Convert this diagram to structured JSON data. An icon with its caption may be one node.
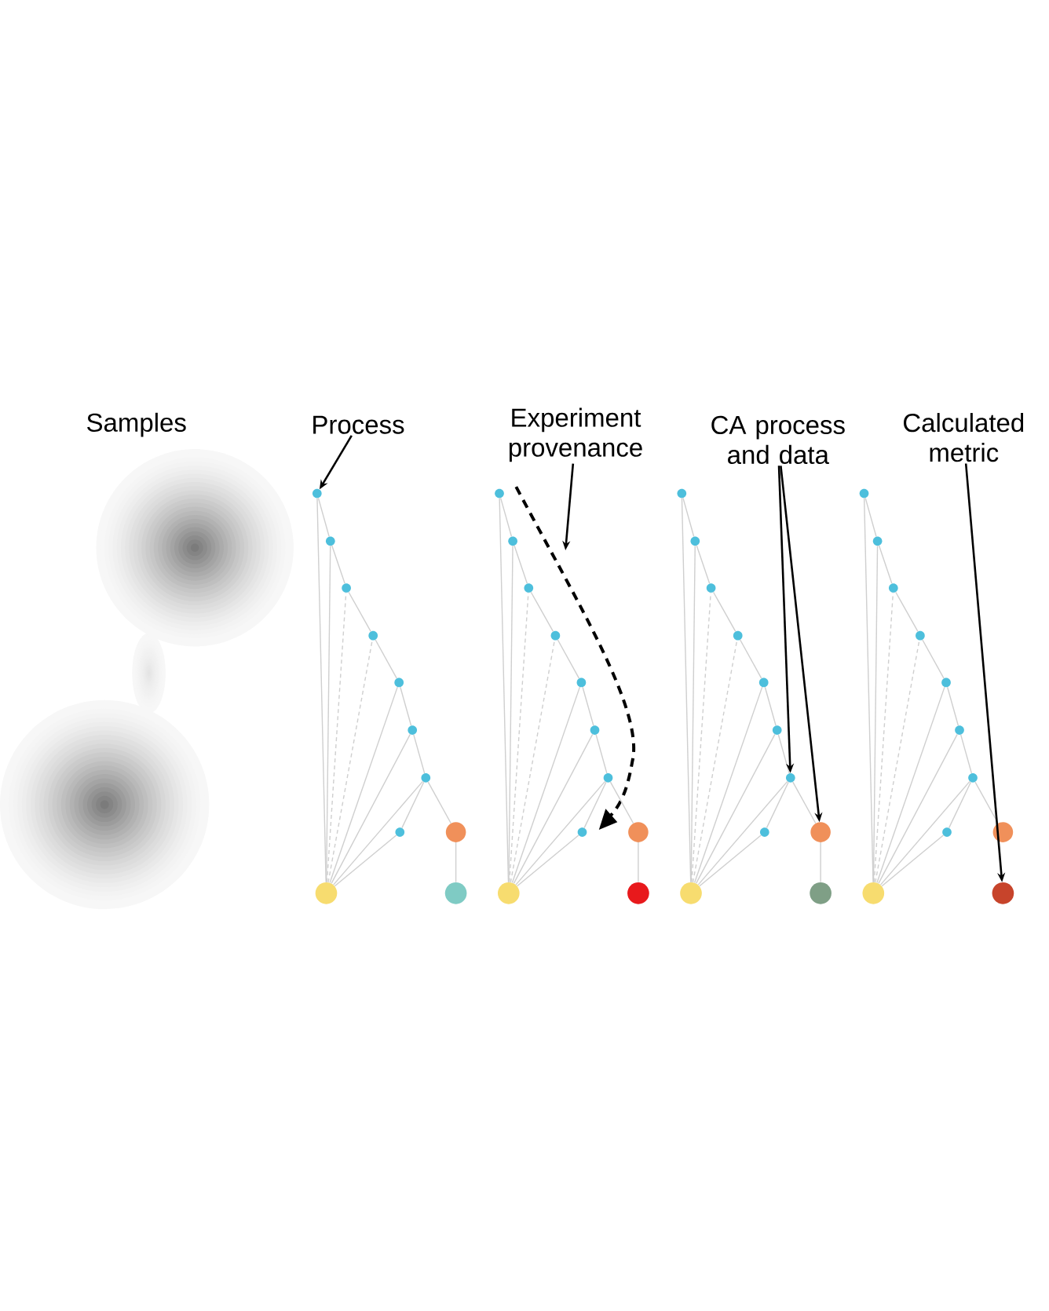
{
  "diagram": {
    "nodes": [
      {
        "text": [
          "Process"
        ]
      },
      {
        "text": [
          "Experiment provenance"
        ]
      },
      {
        "text": [
          "CA process and data"
        ]
      },
      {
        "text": [
          "Calculated metric"
        ]
      },
      {
        "text": [],
        "shape": "circle"
      },
      {
        "text": [],
        "shape": "circle"
      },
      {
        "text": [],
        "shape": "circle"
      },
      {
        "text": [],
        "shape": "circle"
      },
      {
        "text": [],
        "shape": "circle"
      },
      {
        "text": [],
        "shape": "circle"
      },
      {
        "text": [],
        "shape": "circle"
      },
      {
        "text": [],
        "shape": "circle"
      },
      {
        "text": [],
        "shape": "circle"
      },
      {
        "text": [],
        "shape": "circle"
      },
      {
        "text": [],
        "shape": "circle"
      },
      {
        "text": [],
        "shape": "circle"
      },
      {
        "text": [],
        "shape": "circle"
      },
      {
        "text": [],
        "shape": "circle"
      },
      {
        "text": [],
        "shape": "circle"
      },
      {
        "text": [],
        "shape": "circle"
      },
      {
        "text": [],
        "shape": "circle"
      },
      {
        "text": [],
        "shape": "circle"
      },
      {
        "text": [],
        "shape": "circle"
      },
      {
        "text": [],
        "shape": "circle"
      },
      {
        "text": [],
        "shape": "circle"
      },
      {
        "text": [],
        "shape": "circle"
      },
      {
        "text": [],
        "shape": "circle"
      },
      {
        "text": [],
        "shape": "circle"
      },
      {
        "text": [],
        "shape": "circle"
      },
      {
        "text": [],
        "shape": "circle"
      },
      {
        "text": [],
        "shape": "circle"
      },
      {
        "text": [],
        "shape": "circle"
      },
      {
        "text": [],
        "shape": "circle"
      },
      {
        "text": [],
        "shape": "circle"
      },
      {
        "text": [],
        "shape": "circle"
      },
      {
        "text": [],
        "shape": "circle"
      },
      {
        "text": [],
        "shape": "circle"
      },
      {
        "text": [],
        "shape": "circle"
      },
      {
        "text": [],
        "shape": "circle"
      },
      {
        "text": [],
        "shape": "circle"
      },
      {
        "text": [],
        "shape": "circle"
      },
      {
        "text": [],
        "shape": "circle"
      },
      {
        "text": [],
        "shape": "circle"
      },
      {
        "text": [],
        "shape": "circle"
      },
      {
        "text": [],
        "shape": "circle"
      },
      {
        "text": [],
        "shape": "circle"
      },
      {
        "text": [],
        "shape": "circle"
      },
      {
        "text": [],
        "shape": "circle"
      }
    ],
    "edges": [
      {
        "from": 4,
        "to": 5,
        "arrow": "none"
      },
      {
        "from": 5,
        "to": 6,
        "arrow": "none"
      },
      {
        "from": 6,
        "to": 7,
        "arrow": "none"
      },
      {
        "from": 7,
        "to": 8,
        "arrow": "none"
      },
      {
        "from": 8,
        "to": 9,
        "arrow": "none"
      },
      {
        "from": 9,
        "to": 10,
        "arrow": "none"
      },
      {
        "from": 10,
        "to": 11,
        "arrow": "none"
      },
      {
        "from": 10,
        "to": 12,
        "arrow": "none"
      },
      {
        "from": 12,
        "to": 14,
        "arrow": "none"
      },
      {
        "from": 13,
        "to": 4,
        "arrow": "none"
      },
      {
        "from": 13,
        "to": 5,
        "arrow": "none"
      },
      {
        "from": 13,
        "to": 6,
        "arrow": "none",
        "style": "dashed"
      },
      {
        "from": 13,
        "to": 7,
        "arrow": "none",
        "style": "dashed"
      },
      {
        "from": 13,
        "to": 8,
        "arrow": "none"
      },
      {
        "from": 13,
        "to": 9,
        "arrow": "none"
      },
      {
        "from": 13,
        "to": 10,
        "arrow": "none"
      },
      {
        "from": 13,
        "to": 11,
        "arrow": "none"
      },
      {
        "from": 15,
        "to": 16,
        "arrow": "none"
      },
      {
        "from": 16,
        "to": 17,
        "arrow": "none"
      },
      {
        "from": 17,
        "to": 18,
        "arrow": "none"
      },
      {
        "from": 18,
        "to": 19,
        "arrow": "none"
      },
      {
        "from": 19,
        "to": 20,
        "arrow": "none"
      },
      {
        "from": 20,
        "to": 21,
        "arrow": "none"
      },
      {
        "from": 21,
        "to": 22,
        "arrow": "none"
      },
      {
        "from": 21,
        "to": 23,
        "arrow": "none"
      },
      {
        "from": 23,
        "to": 25,
        "arrow": "none"
      },
      {
        "from": 24,
        "to": 15,
        "arrow": "none"
      },
      {
        "from": 24,
        "to": 16,
        "arrow": "none"
      },
      {
        "from": 24,
        "to": 17,
        "arrow": "none",
        "style": "dashed"
      },
      {
        "from": 24,
        "to": 18,
        "arrow": "none",
        "style": "dashed"
      },
      {
        "from": 24,
        "to": 19,
        "arrow": "none"
      },
      {
        "from": 24,
        "to": 20,
        "arrow": "none"
      },
      {
        "from": 24,
        "to": 21,
        "arrow": "none"
      },
      {
        "from": 24,
        "to": 22,
        "arrow": "none"
      },
      {
        "from": 26,
        "to": 27,
        "arrow": "none"
      },
      {
        "from": 27,
        "to": 28,
        "arrow": "none"
      },
      {
        "from": 28,
        "to": 29,
        "arrow": "none"
      },
      {
        "from": 29,
        "to": 30,
        "arrow": "none"
      },
      {
        "from": 30,
        "to": 31,
        "arrow": "none"
      },
      {
        "from": 31,
        "to": 32,
        "arrow": "none"
      },
      {
        "from": 32,
        "to": 33,
        "arrow": "none"
      },
      {
        "from": 32,
        "to": 34,
        "arrow": "none"
      },
      {
        "from": 34,
        "to": 36,
        "arrow": "none"
      },
      {
        "from": 35,
        "to": 26,
        "arrow": "none"
      },
      {
        "from": 35,
        "to": 27,
        "arrow": "none"
      },
      {
        "from": 35,
        "to": 28,
        "arrow": "none",
        "style": "dashed"
      },
      {
        "from": 35,
        "to": 29,
        "arrow": "none",
        "style": "dashed"
      },
      {
        "from": 35,
        "to": 30,
        "arrow": "none"
      },
      {
        "from": 35,
        "to": 31,
        "arrow": "none"
      },
      {
        "from": 35,
        "to": 32,
        "arrow": "none"
      },
      {
        "from": 35,
        "to": 33,
        "arrow": "none"
      },
      {
        "from": 37,
        "to": 38,
        "arrow": "none"
      },
      {
        "from": 38,
        "to": 39,
        "arrow": "none"
      },
      {
        "from": 39,
        "to": 40,
        "arrow": "none"
      },
      {
        "from": 40,
        "to": 41,
        "arrow": "none"
      },
      {
        "from": 41,
        "to": 42,
        "arrow": "none"
      },
      {
        "from": 42,
        "to": 43,
        "arrow": "none"
      },
      {
        "from": 43,
        "to": 44,
        "arrow": "none"
      },
      {
        "from": 43,
        "to": 45,
        "arrow": "none"
      },
      {
        "from": 46,
        "to": 37,
        "arrow": "none"
      },
      {
        "from": 46,
        "to": 38,
        "arrow": "none"
      },
      {
        "from": 46,
        "to": 39,
        "arrow": "none",
        "style": "dashed"
      },
      {
        "from": 46,
        "to": 40,
        "arrow": "none",
        "style": "dashed"
      },
      {
        "from": 46,
        "to": 41,
        "arrow": "none"
      },
      {
        "from": 46,
        "to": 42,
        "arrow": "none"
      },
      {
        "from": 46,
        "to": 43,
        "arrow": "none"
      },
      {
        "from": 46,
        "to": 44,
        "arrow": "none"
      },
      {
        "from": 0,
        "to": 4,
        "arrow": "to",
        "color": "#000000"
      },
      {
        "from": 1,
        "to": null,
        "arrow": "to",
        "color": "#000000"
      },
      {
        "from": 2,
        "to": 32,
        "arrow": "to",
        "color": "#000000"
      },
      {
        "from": 2,
        "to": 34,
        "arrow": "to",
        "color": "#000000"
      },
      {
        "from": 3,
        "to": 47,
        "arrow": "to",
        "color": "#000000"
      }
    ],
    "labels": [
      "Samples"
    ]
  }
}
